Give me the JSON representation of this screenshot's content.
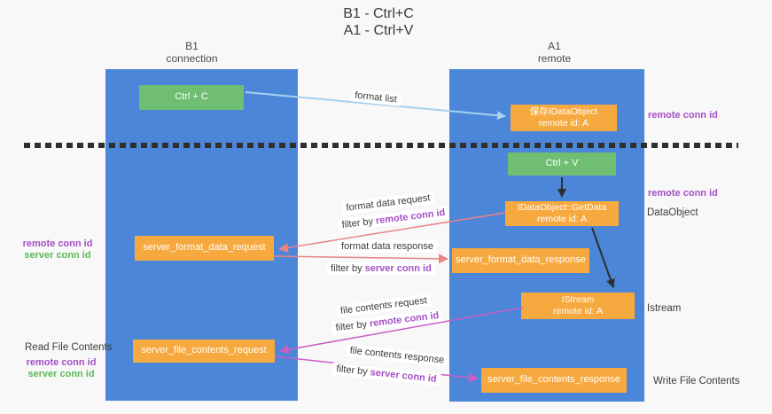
{
  "title": {
    "line1": "B1 - Ctrl+C",
    "line2": "A1 - Ctrl+V"
  },
  "columns": {
    "left": {
      "name": "B1",
      "subtitle": "connection"
    },
    "right": {
      "name": "A1",
      "subtitle": "remote"
    }
  },
  "nodes": {
    "ctrl_c": {
      "label": "Ctrl + C"
    },
    "save_idataobject": {
      "line1": "保存IDataObject",
      "line2": "remote id: A"
    },
    "ctrl_v": {
      "label": "Ctrl + V"
    },
    "idataobject_getdata": {
      "line1": "IDataObject::GetData",
      "line2": "remote id: A"
    },
    "server_format_data_request": {
      "label": "server_format_data_request"
    },
    "server_format_data_response": {
      "label": "server_format_data_response"
    },
    "istream": {
      "line1": "IStream",
      "line2": "remote id: A"
    },
    "server_file_contents_request": {
      "label": "server_file_contents_request"
    },
    "server_file_contents_response": {
      "label": "server_file_contents_response"
    }
  },
  "arrow_labels": {
    "format_list": "format list",
    "format_data_request": "format data request",
    "format_data_request_filter": {
      "prefix": "filter by",
      "value": "remote conn id"
    },
    "format_data_response": "format data response",
    "format_data_response_filter": {
      "prefix": "filter by",
      "value": "server conn id"
    },
    "file_contents_request": "file contents request",
    "file_contents_request_filter": {
      "prefix": "filter by",
      "value": "remote conn id"
    },
    "file_contents_response": "file contents response",
    "file_contents_response_filter": {
      "prefix": "filter by",
      "value": "server conn id"
    }
  },
  "side_labels": {
    "right_remote_conn_id_top": "remote conn id",
    "right_remote_conn_id_mid": "remote conn id",
    "dataobject": "DataObject",
    "istream": "Istream",
    "write_file_contents": "Write File Contents",
    "left_top": {
      "remote": "remote conn id",
      "server": "server conn id"
    },
    "read_file_contents": "Read File Contents",
    "left_bottom": {
      "remote": "remote conn id",
      "server": "server conn id"
    }
  },
  "colors": {
    "column_blue": "#4c86d8",
    "node_orange": "#f6a93e",
    "node_green": "#6fbe72",
    "arrow_light_blue": "#a5d2ef",
    "arrow_salmon": "#e88484",
    "arrow_magenta": "#c75fc7",
    "arrow_black": "#2f2f2f",
    "text_purple": "#a44fc6",
    "text_green": "#5cb85c",
    "background": "#f8f8f8"
  }
}
